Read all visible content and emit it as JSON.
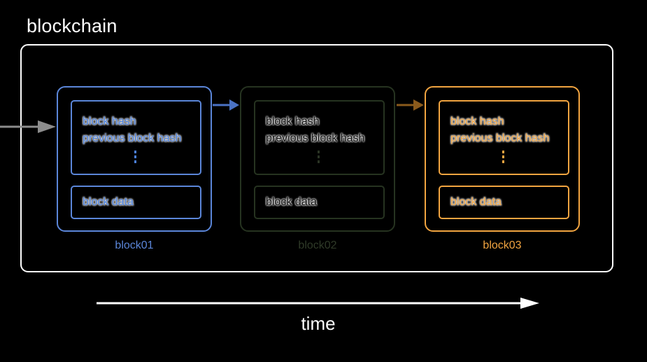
{
  "diagram": {
    "title": "blockchain",
    "time_label": "time",
    "colors": {
      "frame": "#ffffff",
      "block01": "#5b86d9",
      "block02": "#263320",
      "block03": "#f1a440",
      "incoming_arrow": "#8c8c8c",
      "time_arrow": "#ffffff"
    },
    "blocks": [
      {
        "caption": "block01",
        "fields": [
          "block hash",
          "previous block hash"
        ],
        "data_label": "block data"
      },
      {
        "caption": "block02",
        "fields": [
          "block hash",
          "previous block hash"
        ],
        "data_label": "block data"
      },
      {
        "caption": "block03",
        "fields": [
          "block hash",
          "previous block hash"
        ],
        "data_label": "block data"
      }
    ]
  }
}
